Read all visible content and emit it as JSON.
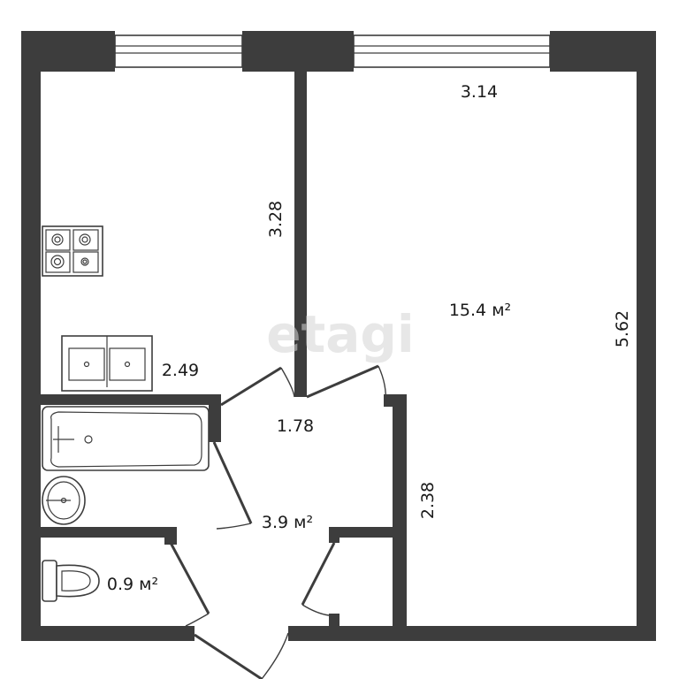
{
  "watermark": "etagi",
  "dimensions": {
    "kitchen_height": "3.28",
    "kitchen_width": "2.49",
    "room_width": "3.14",
    "room_height": "5.62",
    "hall_width": "1.78",
    "hall_height": "2.38"
  },
  "areas": {
    "room": "15.4 м²",
    "bathroom": "3.9 м²",
    "toilet": "0.9 м²"
  },
  "colors": {
    "wall": "#3d3d3d",
    "background": "#ffffff"
  }
}
